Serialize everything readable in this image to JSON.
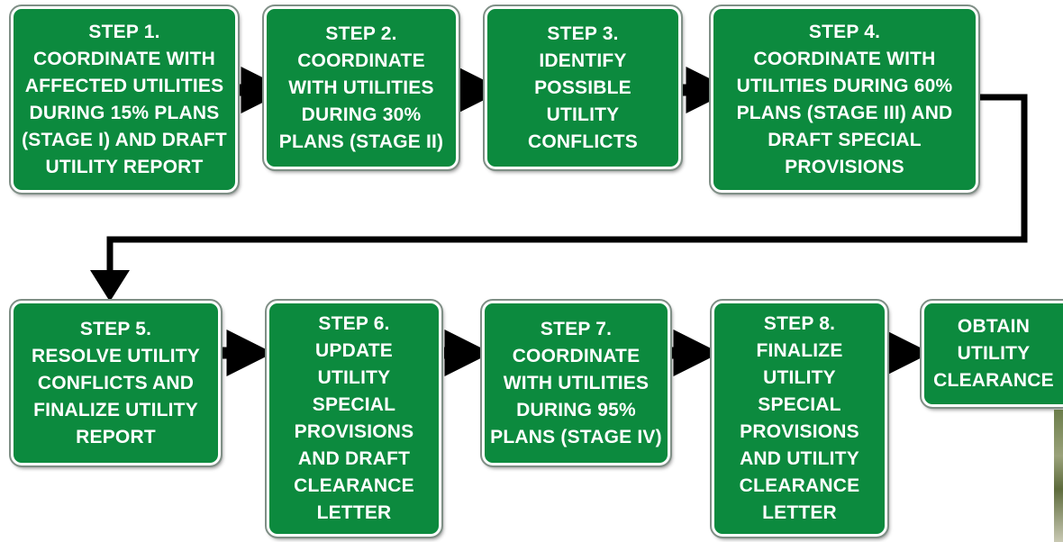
{
  "colors": {
    "box_fill": "#0c8a3e",
    "box_border": "#ffffff",
    "connector": "#000000",
    "text": "#ffffff"
  },
  "steps": [
    {
      "id": "step-1",
      "lines": [
        "STEP 1.",
        "COORDINATE WITH",
        "AFFECTED UTILITIES",
        "DURING 15% PLANS",
        "(STAGE I) AND DRAFT",
        "UTILITY REPORT"
      ]
    },
    {
      "id": "step-2",
      "lines": [
        "STEP 2.",
        "COORDINATE",
        "WITH UTILITIES",
        "DURING 30%",
        "PLANS (STAGE II)"
      ]
    },
    {
      "id": "step-3",
      "lines": [
        "STEP 3.",
        "IDENTIFY",
        "POSSIBLE",
        "UTILITY",
        "CONFLICTS"
      ]
    },
    {
      "id": "step-4",
      "lines": [
        "STEP 4.",
        "COORDINATE WITH",
        "UTILITIES DURING 60%",
        "PLANS (STAGE III) AND",
        "DRAFT SPECIAL",
        "PROVISIONS"
      ]
    },
    {
      "id": "step-5",
      "lines": [
        "STEP 5.",
        "RESOLVE UTILITY",
        "CONFLICTS AND",
        "FINALIZE UTILITY",
        "REPORT"
      ]
    },
    {
      "id": "step-6",
      "lines": [
        "STEP 6.",
        "UPDATE",
        "UTILITY",
        "SPECIAL",
        "PROVISIONS",
        "AND DRAFT",
        "CLEARANCE",
        "LETTER"
      ]
    },
    {
      "id": "step-7",
      "lines": [
        "STEP 7.",
        "COORDINATE",
        "WITH UTILITIES",
        "DURING 95%",
        "PLANS (STAGE IV)"
      ]
    },
    {
      "id": "step-8",
      "lines": [
        "STEP 8.",
        "FINALIZE",
        "UTILITY",
        "SPECIAL",
        "PROVISIONS",
        "AND UTILITY",
        "CLEARANCE",
        "LETTER"
      ]
    },
    {
      "id": "final",
      "lines": [
        "OBTAIN",
        "UTILITY",
        "CLEARANCE"
      ]
    }
  ]
}
